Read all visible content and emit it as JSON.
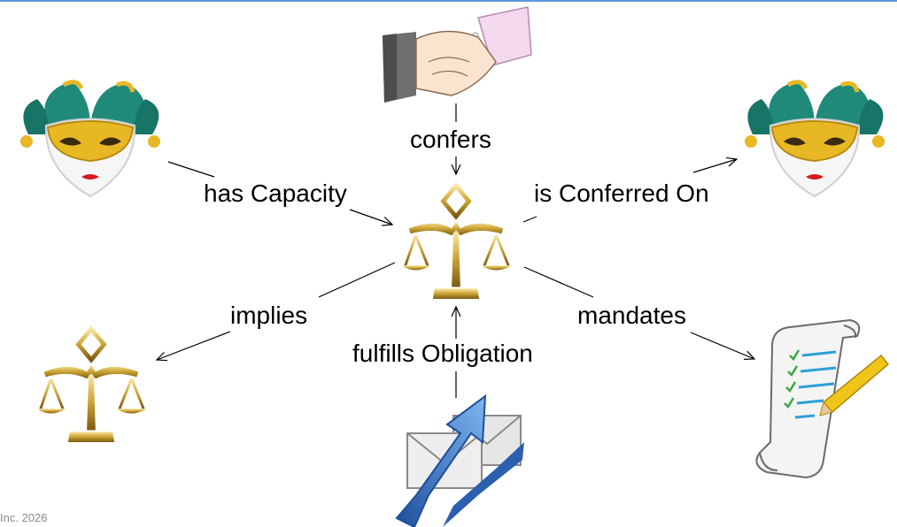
{
  "colors": {
    "top_rule": "#5b9bd5",
    "gold": "#c9a232",
    "mask_green": "#1f8a7a",
    "mask_gold": "#e8b824",
    "arrow_blue": "#3f7fd0",
    "envelope": "#e6e6e6",
    "pencil": "#f0c419",
    "check": "#3aa843"
  },
  "icons": {
    "party_left": "jester-mask-icon",
    "party_right": "jester-mask-icon",
    "handshake": "handshake-icon",
    "norm_center": "scales-of-justice-icon",
    "norm_bottom_left": "scales-of-justice-icon",
    "action": "mail-send-arrow-icon",
    "directive": "scroll-checklist-icon"
  },
  "relations": {
    "confers": "confers",
    "has_capacity": "has Capacity",
    "is_conferred_on": "is Conferred On",
    "implies": "implies",
    "fulfills_obligation": "fulfills Obligation",
    "mandates": "mandates"
  },
  "footer": {
    "text": "Inc. 2026"
  }
}
